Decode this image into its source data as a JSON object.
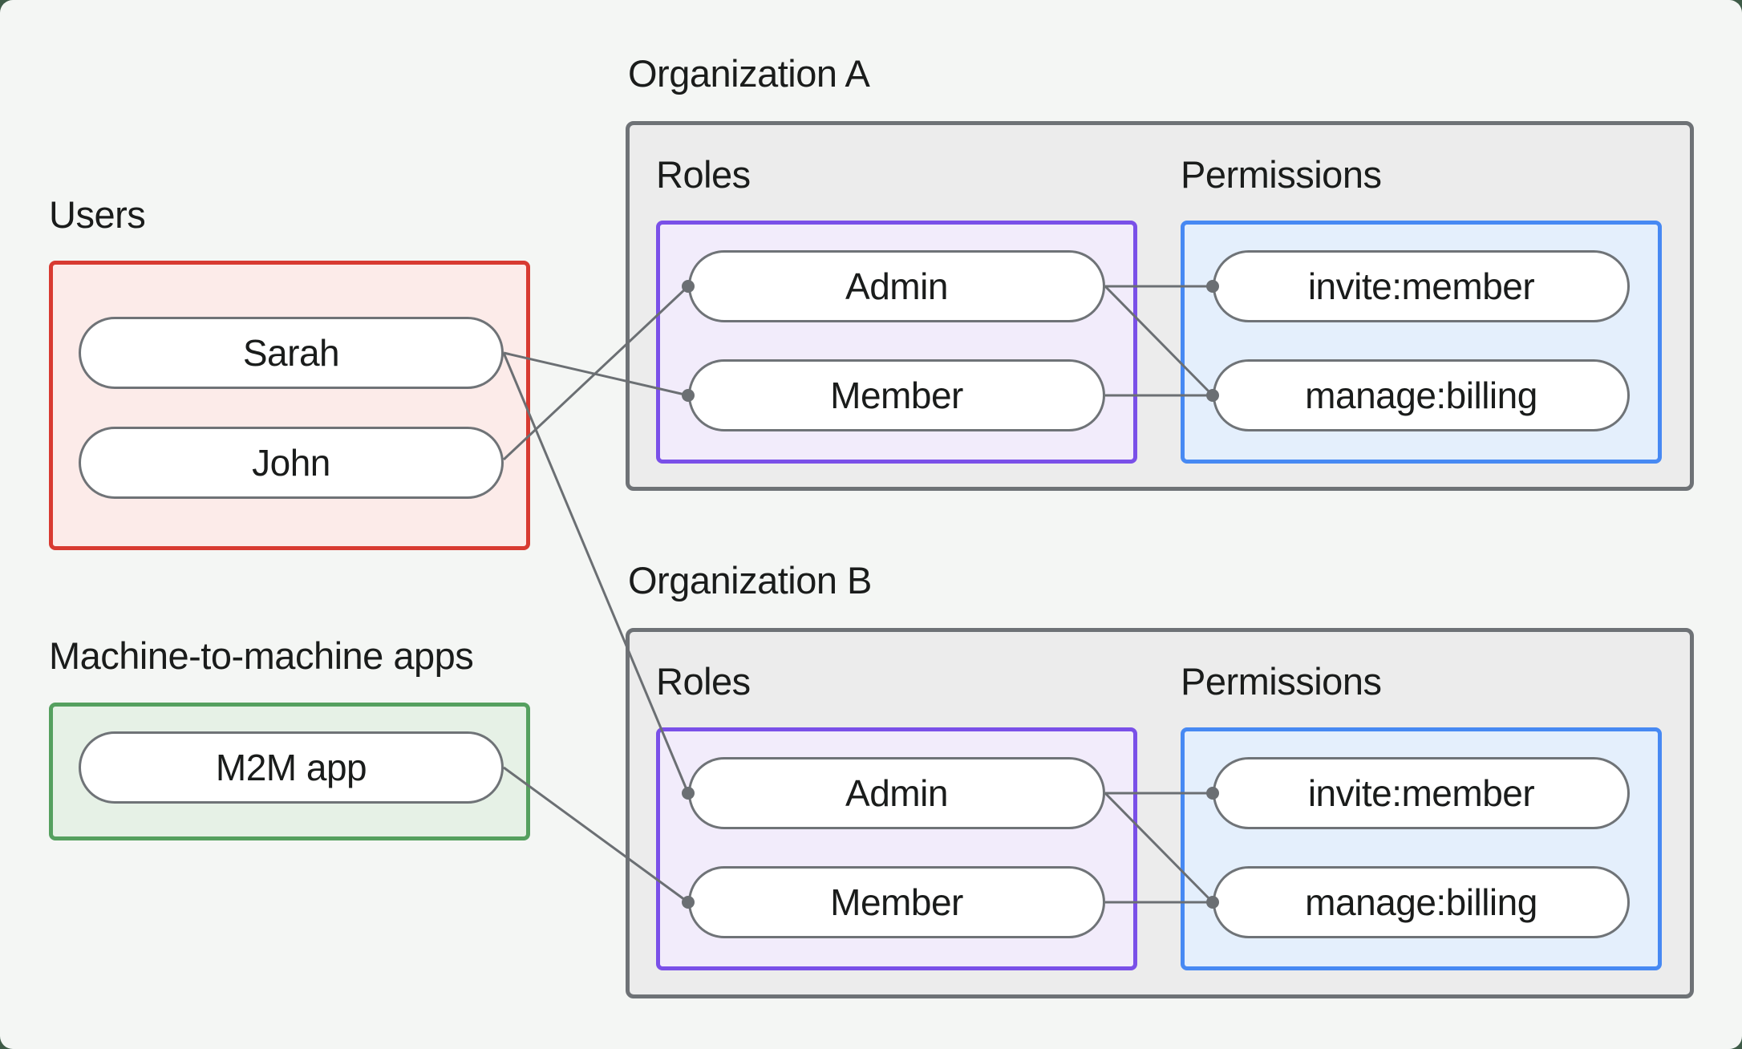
{
  "page": {
    "background_color": "#f4f6f4",
    "outer_frame_color": "#3e5b47",
    "text_color": "#1a1c1b",
    "connector_color": "#6b6f73"
  },
  "groups": {
    "users": {
      "label": "Users",
      "border_color": "#d83a31",
      "fill_color": "#fcebe9",
      "items": [
        {
          "label": "Sarah"
        },
        {
          "label": "John"
        }
      ]
    },
    "m2m": {
      "label": "Machine-to-machine apps",
      "border_color": "#55a05f",
      "fill_color": "#e6f1e6",
      "items": [
        {
          "label": "M2M app"
        }
      ]
    }
  },
  "organizations": [
    {
      "title": "Organization A",
      "box_border_color": "#6e7276",
      "box_fill_color": "#ececec",
      "roles": {
        "label": "Roles",
        "border_color": "#7a50e8",
        "fill_color": "#f2ecfb",
        "items": [
          {
            "label": "Admin"
          },
          {
            "label": "Member"
          }
        ]
      },
      "permissions": {
        "label": "Permissions",
        "border_color": "#4789f3",
        "fill_color": "#e4effc",
        "items": [
          {
            "label": "invite:member"
          },
          {
            "label": "manage:billing"
          }
        ]
      }
    },
    {
      "title": "Organization B",
      "box_border_color": "#6e7276",
      "box_fill_color": "#ececec",
      "roles": {
        "label": "Roles",
        "border_color": "#7a50e8",
        "fill_color": "#f2ecfb",
        "items": [
          {
            "label": "Admin"
          },
          {
            "label": "Member"
          }
        ]
      },
      "permissions": {
        "label": "Permissions",
        "border_color": "#4789f3",
        "fill_color": "#e4effc",
        "items": [
          {
            "label": "invite:member"
          },
          {
            "label": "manage:billing"
          }
        ]
      }
    }
  ],
  "edges": [
    {
      "from": "Sarah",
      "to": "Organization A / Member"
    },
    {
      "from": "John",
      "to": "Organization A / Admin"
    },
    {
      "from": "Sarah",
      "to": "Organization B / Admin"
    },
    {
      "from": "M2M app",
      "to": "Organization B / Member"
    },
    {
      "from": "Organization A / Admin",
      "to": "Organization A / invite:member"
    },
    {
      "from": "Organization A / Admin",
      "to": "Organization A / manage:billing"
    },
    {
      "from": "Organization A / Member",
      "to": "Organization A / manage:billing"
    },
    {
      "from": "Organization B / Admin",
      "to": "Organization B / invite:member"
    },
    {
      "from": "Organization B / Admin",
      "to": "Organization B / manage:billing"
    },
    {
      "from": "Organization B / Member",
      "to": "Organization B / manage:billing"
    }
  ]
}
